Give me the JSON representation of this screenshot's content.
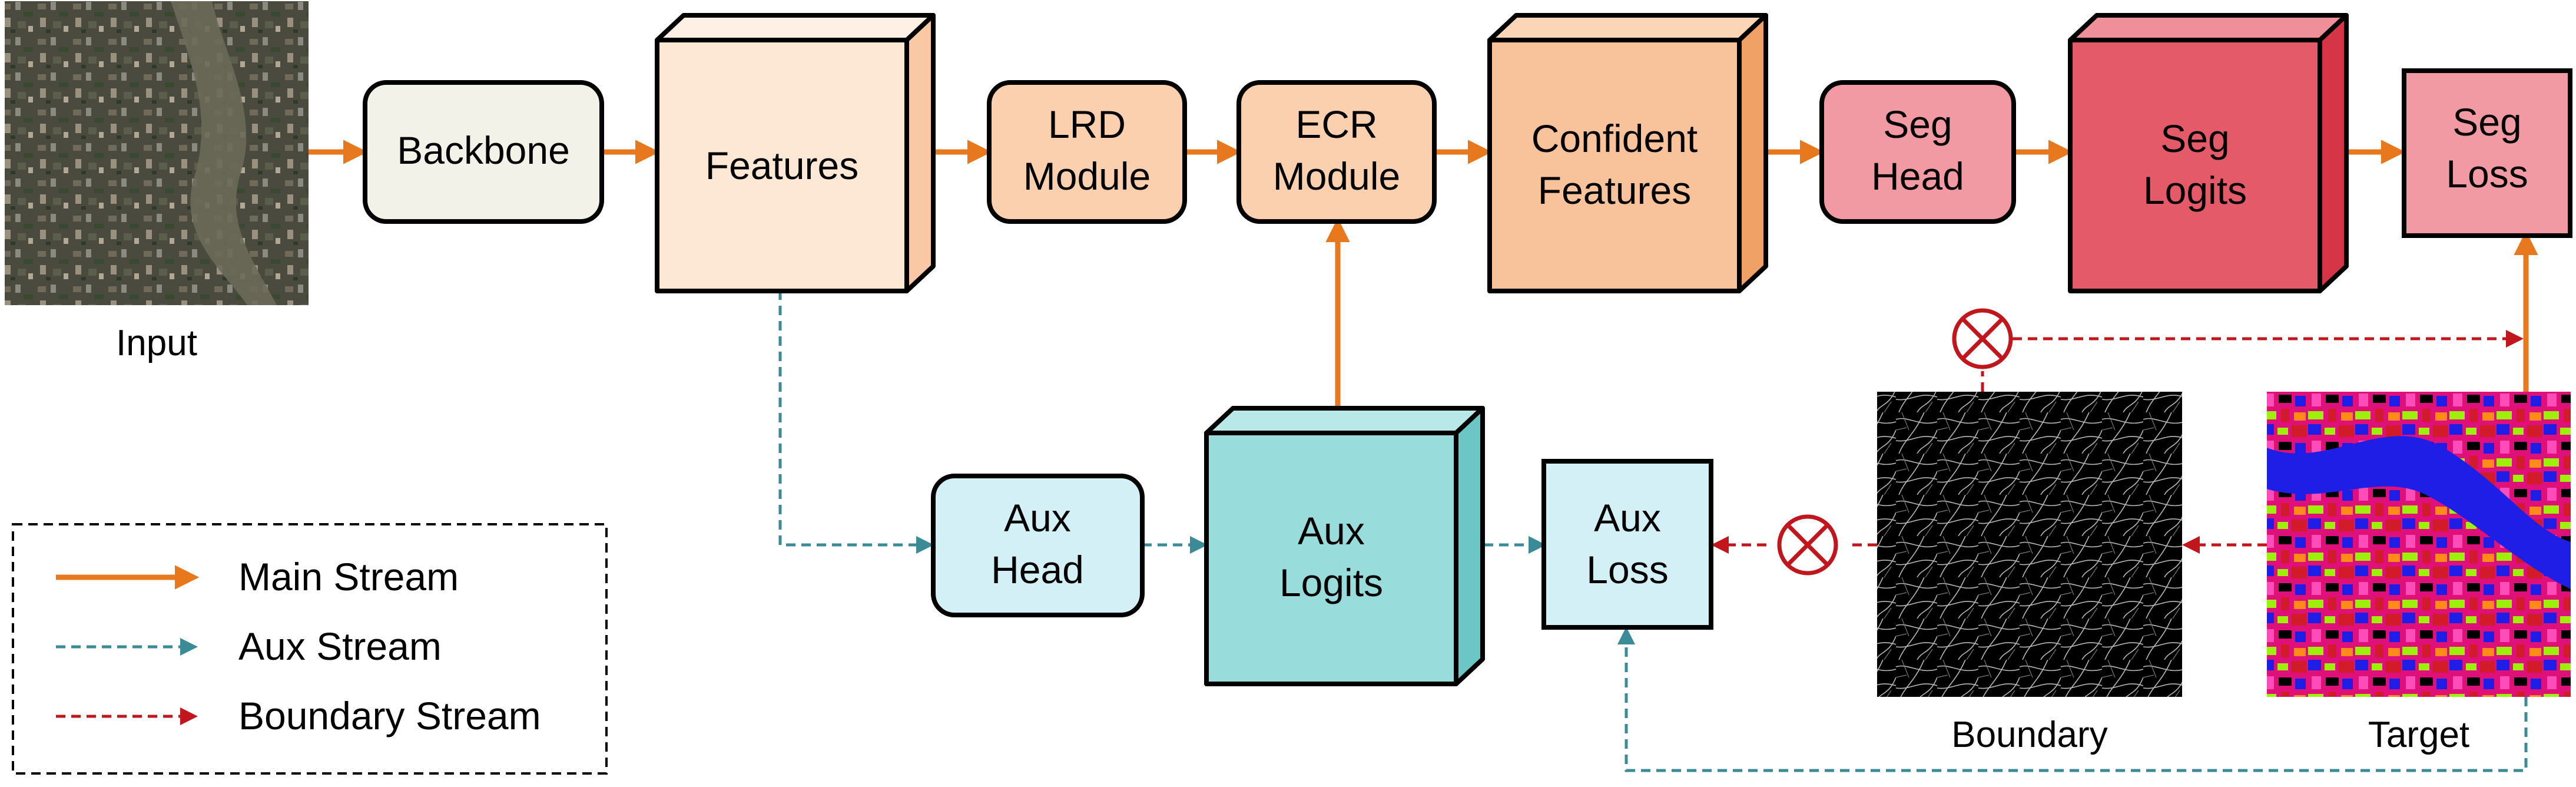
{
  "images": {
    "input_caption": "Input",
    "boundary_caption": "Boundary",
    "target_caption": "Target"
  },
  "nodes": {
    "backbone": "Backbone",
    "features": "Features",
    "lrd_line1": "LRD",
    "lrd_line2": "Module",
    "ecr_line1": "ECR",
    "ecr_line2": "Module",
    "confident_line1": "Confident",
    "confident_line2": "Features",
    "seg_head_line1": "Seg",
    "seg_head_line2": "Head",
    "seg_logits_line1": "Seg",
    "seg_logits_line2": "Logits",
    "seg_loss_line1": "Seg",
    "seg_loss_line2": "Loss",
    "aux_head_line1": "Aux",
    "aux_head_line2": "Head",
    "aux_logits_line1": "Aux",
    "aux_logits_line2": "Logits",
    "aux_loss_line1": "Aux",
    "aux_loss_line2": "Loss"
  },
  "legend": {
    "main": "Main Stream",
    "aux": "Aux Stream",
    "boundary": "Boundary Stream"
  },
  "colors": {
    "main_stream": "#e8781e",
    "aux_stream": "#3a8a98",
    "boundary_stream": "#c0161c",
    "backbone_fill": "#f2f2e8",
    "features_fill": "#fde8d6",
    "module_fill": "#fbd0ae",
    "confident_fill": "#f8c39a",
    "seg_head_fill": "#f29aa3",
    "seg_logits_fill": "#e55a68",
    "aux_head_fill": "#d2f0f5",
    "aux_logits_fill": "#98dcdc"
  }
}
